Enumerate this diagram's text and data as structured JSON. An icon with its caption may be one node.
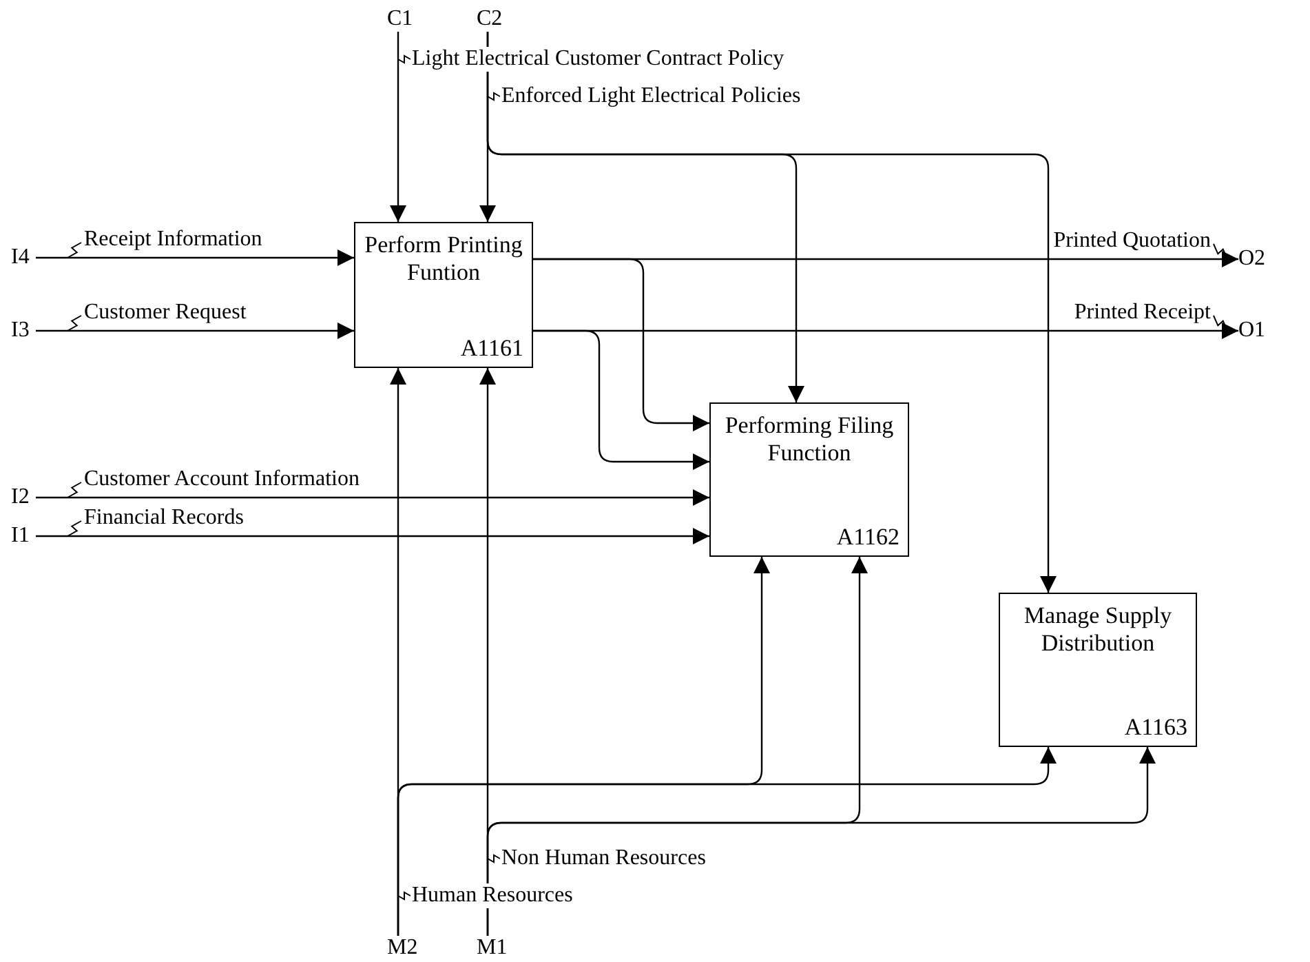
{
  "diagram": {
    "nodes": [
      {
        "text": [
          "Perform Printing Funtion",
          "A1161"
        ]
      },
      {
        "text": [
          "Performing Filing Function",
          "A1162"
        ]
      },
      {
        "text": [
          "Manage Supply Distribution",
          "A1163"
        ]
      },
      {
        "text": [
          "C1"
        ]
      },
      {
        "text": [
          "C2"
        ]
      },
      {
        "text": [
          "I4"
        ]
      },
      {
        "text": [
          "I3"
        ]
      },
      {
        "text": [
          "I2"
        ]
      },
      {
        "text": [
          "I1"
        ]
      },
      {
        "text": [
          "O2"
        ]
      },
      {
        "text": [
          "O1"
        ]
      },
      {
        "text": [
          "M2"
        ]
      },
      {
        "text": [
          "M1"
        ]
      }
    ],
    "edges": [
      {
        "from": 3,
        "to": 0,
        "arrow": "to",
        "label": "Light Electrical Customer Contract Policy"
      },
      {
        "from": 4,
        "to": 0,
        "arrow": "to",
        "label": "Enforced Light Electrical Policies"
      },
      {
        "from": 4,
        "to": 1,
        "arrow": "to"
      },
      {
        "from": 4,
        "to": 2,
        "arrow": "to"
      },
      {
        "from": 5,
        "to": 0,
        "arrow": "to",
        "label": "Receipt Information"
      },
      {
        "from": 6,
        "to": 0,
        "arrow": "to",
        "label": "Customer Request"
      },
      {
        "from": 7,
        "to": 1,
        "arrow": "to",
        "label": "Customer Account Information"
      },
      {
        "from": 8,
        "to": 1,
        "arrow": "to",
        "label": "Financial Records"
      },
      {
        "from": 0,
        "to": 9,
        "arrow": "to",
        "label": "Printed Quotation"
      },
      {
        "from": 0,
        "to": 1,
        "arrow": "to"
      },
      {
        "from": 0,
        "to": 10,
        "arrow": "to",
        "label": "Printed Receipt"
      },
      {
        "from": 0,
        "to": 1,
        "arrow": "to"
      },
      {
        "from": 11,
        "to": 0,
        "arrow": "to",
        "label": "Human Resources"
      },
      {
        "from": 11,
        "to": 1,
        "arrow": "to"
      },
      {
        "from": 11,
        "to": 2,
        "arrow": "to"
      },
      {
        "from": 12,
        "to": 0,
        "arrow": "to",
        "label": "Non Human Resources"
      },
      {
        "from": 12,
        "to": 1,
        "arrow": "to"
      },
      {
        "from": 12,
        "to": 2,
        "arrow": "to"
      }
    ]
  }
}
